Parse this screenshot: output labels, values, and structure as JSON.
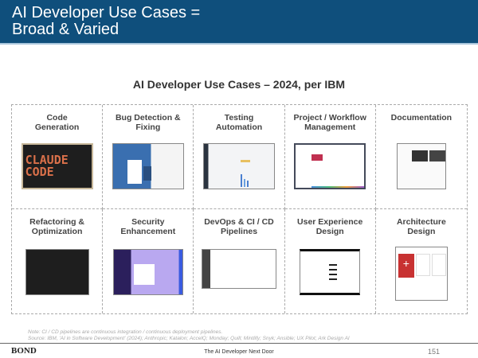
{
  "header": {
    "title_line1": "AI Developer Use Cases =",
    "title_line2": "Broad & Varied"
  },
  "subtitle": "AI Developer Use Cases – 2024, per IBM",
  "cases": [
    {
      "line1": "Code",
      "line2": "Generation",
      "thumb_text": "CLAUDE CODE"
    },
    {
      "line1": "Bug Detection &",
      "line2": "Fixing"
    },
    {
      "line1": "Testing",
      "line2": "Automation"
    },
    {
      "line1": "Project / Workflow",
      "line2": "Management"
    },
    {
      "line1": "Documentation",
      "line2": ""
    },
    {
      "line1": "Refactoring &",
      "line2": "Optimization"
    },
    {
      "line1": "Security",
      "line2": "Enhancement"
    },
    {
      "line1": "DevOps & CI / CD",
      "line2": "Pipelines"
    },
    {
      "line1": "User Experience",
      "line2": "Design"
    },
    {
      "line1": "Architecture",
      "line2": "Design"
    }
  ],
  "footer": {
    "note": "Note: CI / CD pipelines are continuous integration / continuous deployment pipelines.",
    "source": "Source: IBM, 'AI in Software Development' (2024); Anthropic; Katalon; AccelQ; Monday; Quill; Mintlify; Snyk; Ansible; UX Pilot; Ark Design AI",
    "brand": "BOND",
    "title": "The AI Developer Next Door",
    "page": "151"
  },
  "colors": {
    "header": "#0f4f7c",
    "claude": "#d9704a"
  }
}
